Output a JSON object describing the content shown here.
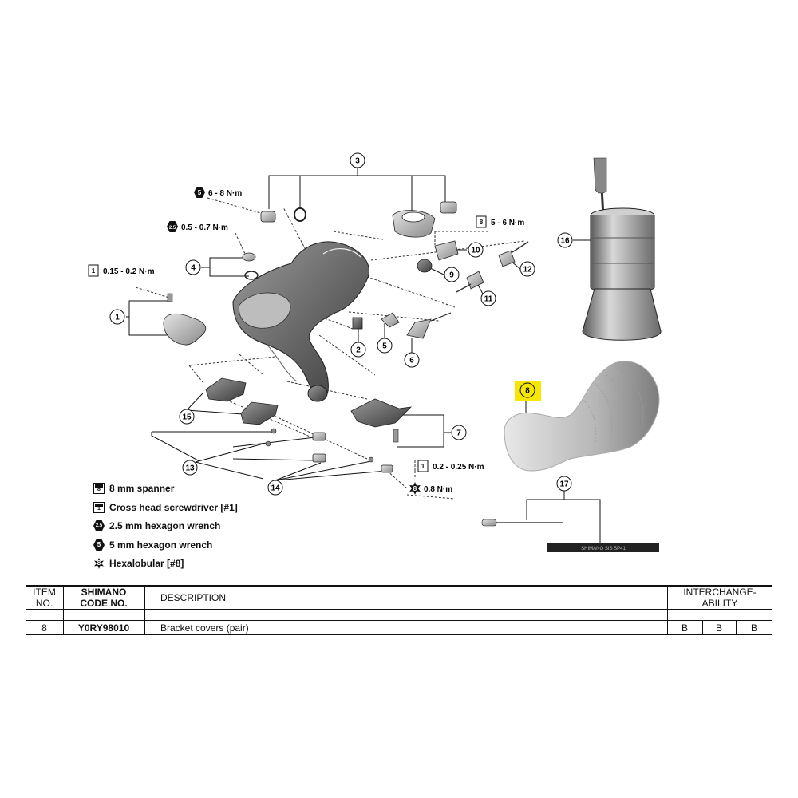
{
  "callouts": {
    "c1": "1",
    "c2": "2",
    "c3": "3",
    "c4": "4",
    "c5": "5",
    "c6": "6",
    "c7": "7",
    "c8": "8",
    "c9": "9",
    "c10": "10",
    "c11": "11",
    "c12": "12",
    "c13": "13",
    "c14": "14",
    "c15": "15",
    "c16": "16",
    "c17": "17"
  },
  "torque": {
    "t_hex5": "6 - 8 N·m",
    "t_hex25": "0.5 - 0.7 N·m",
    "t_screw_top": "0.15 - 0.2 N·m",
    "t_spanner": "5 - 6 N·m",
    "t_screw_bottom": "0.2 - 0.25 N·m",
    "t_hexalobular": "0.8 N·m"
  },
  "tool_icons": {
    "hex5": "5",
    "hex25": "2.5",
    "spanner": "8",
    "screwdriver": "1",
    "hexalobular": "8"
  },
  "cable_text": "SHIMANO SIS SP41",
  "legend": [
    {
      "icon": "spanner-icon",
      "label": "8 mm spanner",
      "code": "8"
    },
    {
      "icon": "screwdriver-icon",
      "label": "Cross head screwdriver [#1]",
      "code": "1"
    },
    {
      "icon": "hex-wrench-icon",
      "label": "2.5 mm hexagon wrench",
      "code": "2.5"
    },
    {
      "icon": "hex-wrench-icon",
      "label": "5 mm hexagon wrench",
      "code": "5"
    },
    {
      "icon": "hexalobular-icon",
      "label": "Hexalobular [#8]",
      "code": "8"
    }
  ],
  "table": {
    "headers": {
      "item_l1": "ITEM",
      "item_l2": "NO.",
      "code_l1": "SHIMANO",
      "code_l2": "CODE NO.",
      "description": "DESCRIPTION",
      "inter_l1": "INTERCHANGE-",
      "inter_l2": "ABILITY"
    },
    "rows": [
      {
        "item": "8",
        "code": "Y0RY98010",
        "description": "Bracket covers (pair)",
        "a": "B",
        "b": "B",
        "c": "B"
      }
    ]
  },
  "colors": {
    "highlight": "#f7e600",
    "ink": "#111111",
    "part_fill": "#c8c8c8"
  }
}
